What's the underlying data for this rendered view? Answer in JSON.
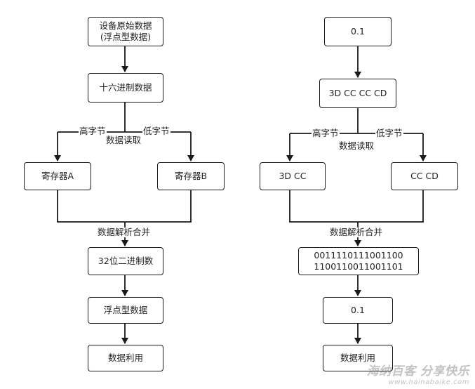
{
  "left": {
    "source": "设备原始数据\n(浮点型数据)",
    "hex": "十六进制数据",
    "high_byte": "高字节",
    "low_byte": "低字节",
    "read": "数据读取",
    "reg_a": "寄存器A",
    "reg_b": "寄存器B",
    "merge": "数据解析合并",
    "bin32": "32位二进制数",
    "float": "浮点型数据",
    "use": "数据利用"
  },
  "right": {
    "source": "0.1",
    "hex": "3D CC CC CD",
    "high_byte": "高字节",
    "low_byte": "低字节",
    "read": "数据读取",
    "reg_a": "3D CC",
    "reg_b": "CC CD",
    "merge": "数据解析合并",
    "bin32": "0011110111001100\n1100110011001101",
    "float": "0.1",
    "use": "数据利用"
  },
  "watermark": {
    "main": "海纳百客 分享快乐",
    "sub": "www.hainabaike.com"
  }
}
